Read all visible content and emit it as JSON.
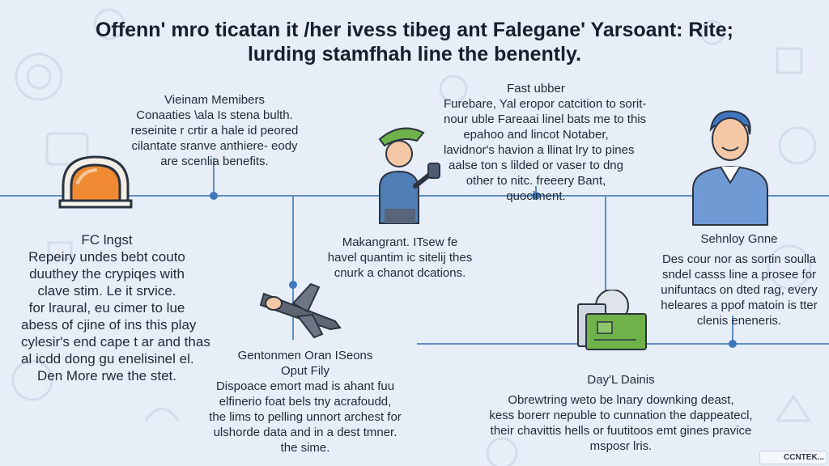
{
  "title": {
    "line1": "Offenn' mro ticatan it /her ivess tibeg ant Falegane' Yarsoant: Rite;",
    "line2": "lurding stamfhah line the benently."
  },
  "blocks": {
    "top_left": {
      "heading": "Vieinam Memibers",
      "lines": [
        "Conaaties \\ala Is stena bulth.",
        "reseinite r crtir a hale id peored",
        "cilantate sranve anthiere- eody",
        "are scenlia benefits."
      ]
    },
    "top_right": {
      "heading": "Fast ubber",
      "lines": [
        "Furebare, Yal eropor catcition to sorit-",
        "nour uble Fareaai linel bats me to this",
        "epahoo and lincot Notaber,",
        "lavidnor's havion a llinat lry to pines",
        "aalse ton s lilded or vaser to dng",
        "other to nitc. freeery Bant,",
        "quociment."
      ]
    },
    "left": {
      "heading": "FC lngst",
      "lines": [
        "Repeiry undes bebt couto",
        "duuthey the crypiqes with",
        "clave stim. Le it srvice.",
        "for lraural, eu cimer to lue",
        "abess of cjine of ins this play",
        "cylesir's end cape t ar and thas",
        "al icdd dong gu enelisinel el.",
        "Den More rwe the stet."
      ]
    },
    "center": {
      "heading": "Makangrant. ITsew fe",
      "lines": [
        "havel quantim ic sitelij thes",
        "cnurk a chanot dcations."
      ]
    },
    "right": {
      "heading": "Sehnloy Gnne",
      "lines": [
        "Des cour nor as sortin soulla",
        "sndel casss line a prosee for",
        "unifuntacs on dted rag, every",
        "heleares a ppof matoin is tter",
        "clenis eneneris."
      ]
    },
    "bottom_left": {
      "heading": "Gentonmen Oran ISeons",
      "lines": [
        "Oput Fily",
        "Dispoace emort mad is ahant fuu",
        "elfinerio foat bels tny acrafoudd,",
        "the lims to pelling unnort archest for",
        "ulshorde data and in a dest tmner.",
        "the sime."
      ]
    },
    "bottom_right": {
      "heading": "Day'L Dainis",
      "lines": [
        "Obrewtring weto be lnary downking deast,",
        "kess borerr nepuble to cunnation the dappeatecl,",
        "their chavittis hells or fuutitoos emt gines pravice",
        "msposr lris."
      ]
    }
  },
  "logo": {
    "text": "CCNTEK..."
  },
  "icons": [
    "helmet-icon",
    "person-cap-icon",
    "person-advisor-icon",
    "airplane-icon",
    "folder-card-icon"
  ],
  "colors": {
    "background": "#e7eef7",
    "line": "#5f8ec4",
    "node": "#3f78bd",
    "helmet": "#f08a32",
    "accent_green": "#6fb24a"
  }
}
